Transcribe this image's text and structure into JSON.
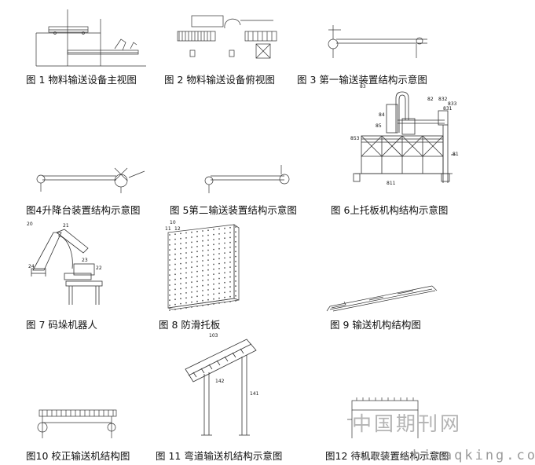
{
  "figures": [
    {
      "id": 1,
      "caption": "图 1 物料输送设备主视图"
    },
    {
      "id": 2,
      "caption": "图 2 物料输送设备俯视图"
    },
    {
      "id": 3,
      "caption": "图 3 第一输送装置结构示意图"
    },
    {
      "id": 4,
      "caption": "图4升降台装置结构示意图"
    },
    {
      "id": 5,
      "caption": "图 5第二输送装置结构示意图"
    },
    {
      "id": 6,
      "caption": "图 6上托板机构结构示意图"
    },
    {
      "id": 7,
      "caption": "图 7 码垛机器人"
    },
    {
      "id": 8,
      "caption": "图 8 防滑托板"
    },
    {
      "id": 9,
      "caption": "图 9 输送机构结构图"
    },
    {
      "id": 10,
      "caption": "图10 校正输送机结构图"
    },
    {
      "id": 11,
      "caption": "图 11 弯道输送机结构示意图"
    },
    {
      "id": 12,
      "caption": "图12 待机取装置结构示意图"
    }
  ],
  "drawing_labels": {
    "fig6": [
      "83",
      "84",
      "85",
      "82",
      "832",
      "833",
      "831",
      "853",
      "81",
      "811"
    ],
    "fig7": [
      "20",
      "21",
      "24",
      "23",
      "22"
    ],
    "fig8": [
      "10",
      "11",
      "12"
    ],
    "fig11": [
      "103",
      "142",
      "141"
    ]
  },
  "watermark": {
    "line1": "中国期刊网",
    "line2": "www.chinaqking.com"
  }
}
